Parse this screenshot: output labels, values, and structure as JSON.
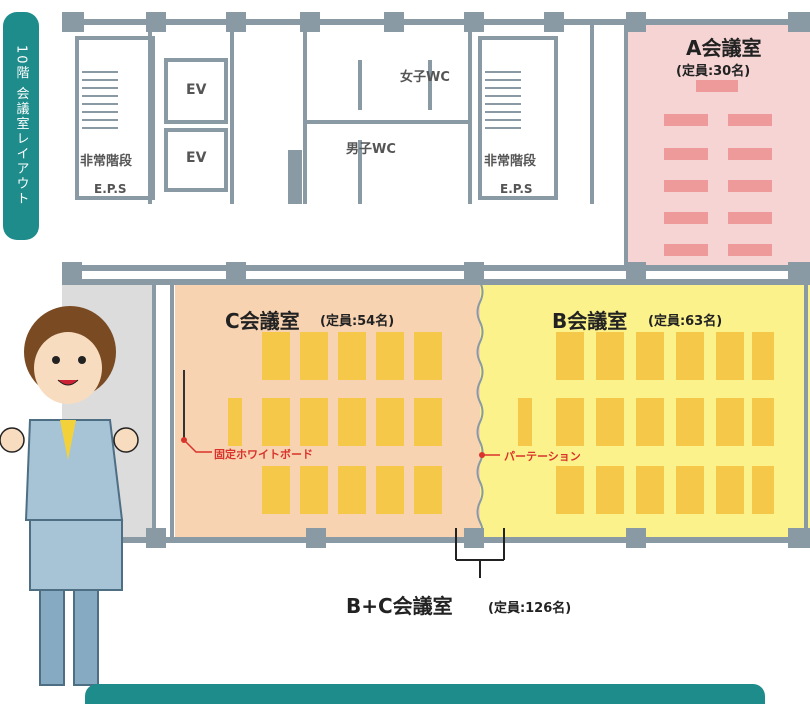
{
  "side_label": "10階 会議室レイアウト",
  "rooms": {
    "a_title": "A会議室",
    "a_capacity": "(定員:30名)",
    "b_title": "B会議室",
    "b_capacity": "(定員:63名)",
    "c_title": "C会議室",
    "c_capacity": "(定員:54名)",
    "bc_title": "B+C会議室",
    "bc_capacity": "(定員:126名)"
  },
  "facilities": {
    "ev1": "EV",
    "ev2": "EV",
    "stairs_left": "非常階段",
    "stairs_right": "非常階段",
    "eps_left": "E.P.S",
    "eps_right": "E.P.S",
    "womens_wc": "女子WC",
    "mens_wc": "男子WC"
  },
  "annotations": {
    "whiteboard": "固定ホワイトボード",
    "partition": "パーテーション"
  },
  "colors": {
    "teal": "#1f8c8c",
    "room_a": "#f6d4d4",
    "room_b": "#fbf28c",
    "room_c": "#f8d3b2",
    "tables_a": "#ee9a9a",
    "tables_bc": "#f5c84a",
    "wall": "#8a9aa4",
    "accent_red": "#d9332b"
  }
}
